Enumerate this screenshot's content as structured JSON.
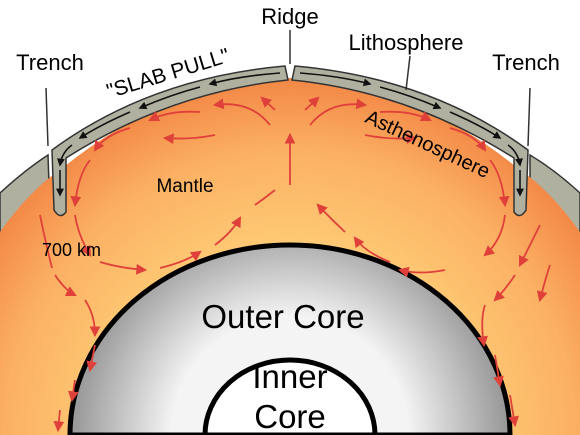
{
  "labels": {
    "ridge": "Ridge",
    "trench_left": "Trench",
    "trench_right": "Trench",
    "lithosphere": "Lithosphere",
    "slab_pull": "\"SLAB PULL\"",
    "asthenosphere": "Asthenosphere",
    "mantle": "Mantle",
    "depth": "700 km",
    "outer_core": "Outer Core",
    "inner_core_line1": "Inner",
    "inner_core_line2": "Core"
  },
  "colors": {
    "mantle_outer": "#f47a3a",
    "mantle_inner": "#ffd27a",
    "lithosphere": "#b0b0a0",
    "outer_core": "#c8c8c8",
    "inner_core": "#ffffff",
    "arrow": "#e0403a"
  }
}
